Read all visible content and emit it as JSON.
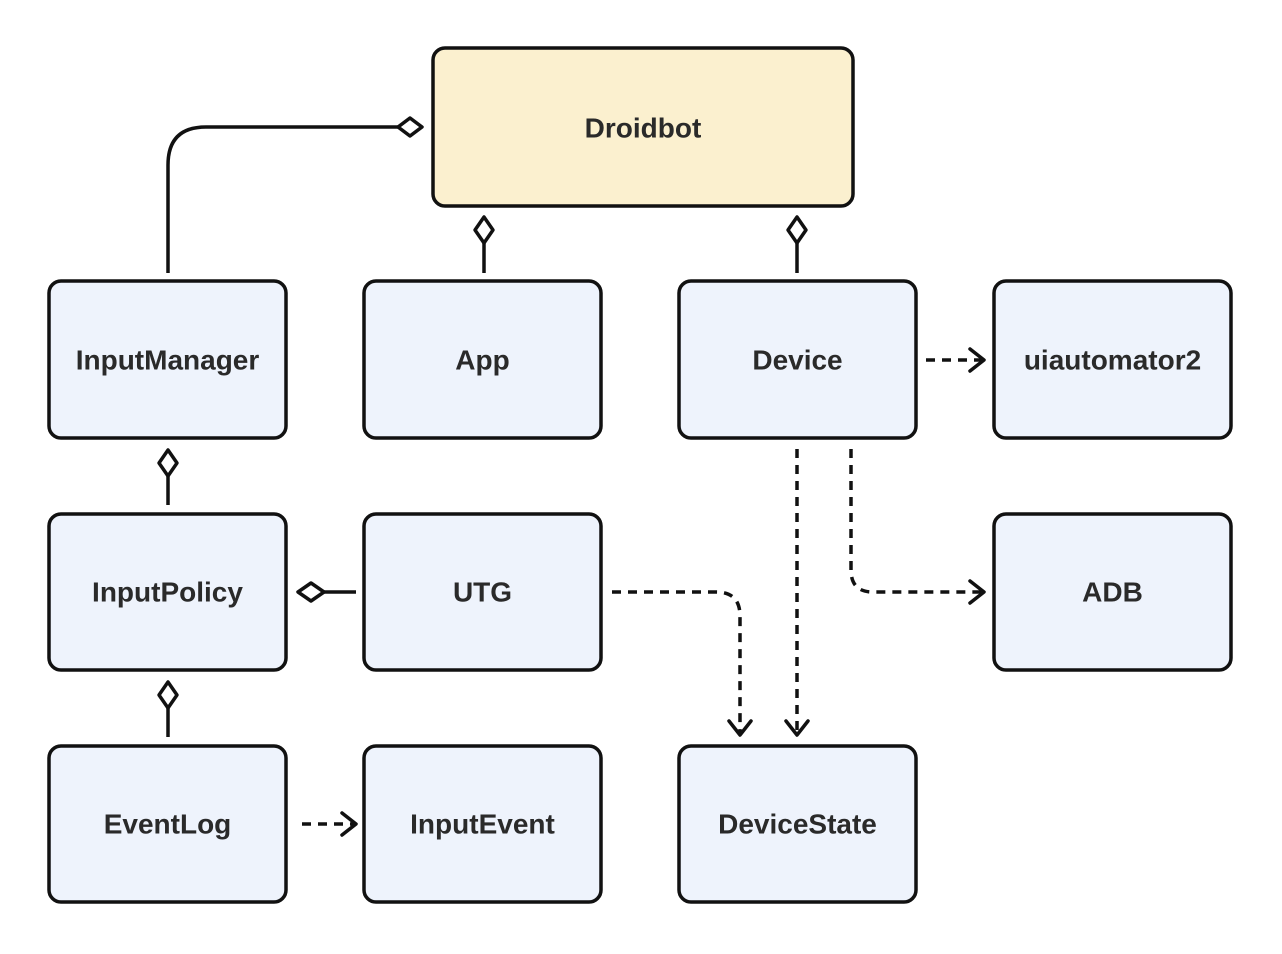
{
  "diagram": {
    "colors": {
      "root_fill": "#fbf0cf",
      "node_fill": "#eef3fc",
      "stroke": "#111111",
      "text": "#2a2a2a"
    },
    "nodes": {
      "droidbot": {
        "label": "Droidbot",
        "kind": "root"
      },
      "input_manager": {
        "label": "InputManager",
        "kind": "class"
      },
      "app": {
        "label": "App",
        "kind": "class"
      },
      "device": {
        "label": "Device",
        "kind": "class"
      },
      "uiautomator2": {
        "label": "uiautomator2",
        "kind": "class"
      },
      "input_policy": {
        "label": "InputPolicy",
        "kind": "class"
      },
      "utg": {
        "label": "UTG",
        "kind": "class"
      },
      "adb": {
        "label": "ADB",
        "kind": "class"
      },
      "event_log": {
        "label": "EventLog",
        "kind": "class"
      },
      "input_event": {
        "label": "InputEvent",
        "kind": "class"
      },
      "device_state": {
        "label": "DeviceState",
        "kind": "class"
      }
    },
    "relations": [
      {
        "from": "input_manager",
        "to": "droidbot",
        "type": "aggregation"
      },
      {
        "from": "app",
        "to": "droidbot",
        "type": "aggregation"
      },
      {
        "from": "device",
        "to": "droidbot",
        "type": "aggregation"
      },
      {
        "from": "input_policy",
        "to": "input_manager",
        "type": "aggregation"
      },
      {
        "from": "utg",
        "to": "input_policy",
        "type": "aggregation"
      },
      {
        "from": "event_log",
        "to": "input_policy",
        "type": "aggregation"
      },
      {
        "from": "device",
        "to": "uiautomator2",
        "type": "dependency"
      },
      {
        "from": "device",
        "to": "adb",
        "type": "dependency"
      },
      {
        "from": "device",
        "to": "device_state",
        "type": "dependency"
      },
      {
        "from": "utg",
        "to": "device_state",
        "type": "dependency"
      },
      {
        "from": "event_log",
        "to": "input_event",
        "type": "dependency"
      }
    ]
  }
}
